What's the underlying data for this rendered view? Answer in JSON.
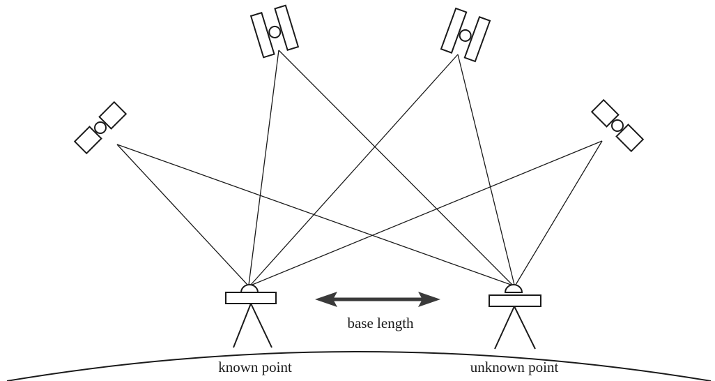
{
  "labels": {
    "base_length": "base length",
    "known_point": "known point",
    "unknown_point": "unknown point"
  },
  "icons": {
    "satellite": "satellite-icon",
    "receiver": "gps-receiver-tripod-icon",
    "arrow": "double-headed-arrow-icon"
  },
  "colors": {
    "ink": "#1a1a1a",
    "arrow": "#3a3a3a",
    "background": "#ffffff"
  }
}
